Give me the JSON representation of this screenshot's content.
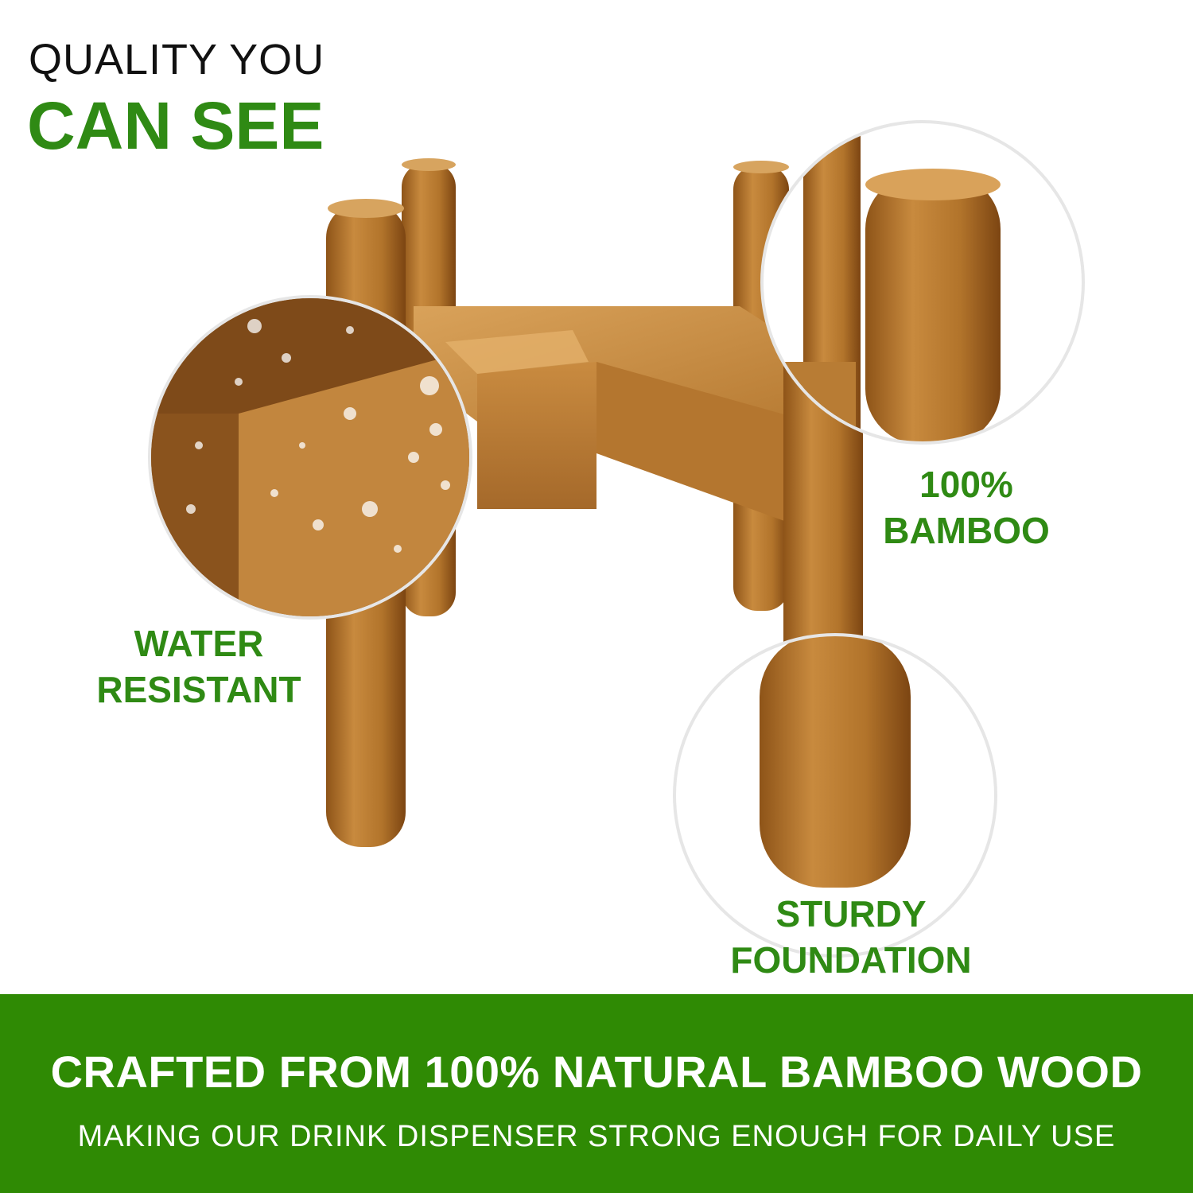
{
  "headline": {
    "line1": "QUALITY YOU",
    "line2": "CAN SEE"
  },
  "callouts": {
    "water": {
      "line1": "WATER",
      "line2": "RESISTANT"
    },
    "bamboo": {
      "line1": "100%",
      "line2": "BAMBOO"
    },
    "sturdy": {
      "line1": "STURDY",
      "line2": "FOUNDATION"
    }
  },
  "banner": {
    "title": "CRAFTED FROM 100% NATURAL BAMBOO WOOD",
    "subtitle": "MAKING OUR DRINK DISPENSER STRONG ENOUGH FOR DAILY USE"
  },
  "colors": {
    "accent_green": "#2f8a14",
    "banner_green": "#2f8a04",
    "wood": "#b8792e"
  }
}
